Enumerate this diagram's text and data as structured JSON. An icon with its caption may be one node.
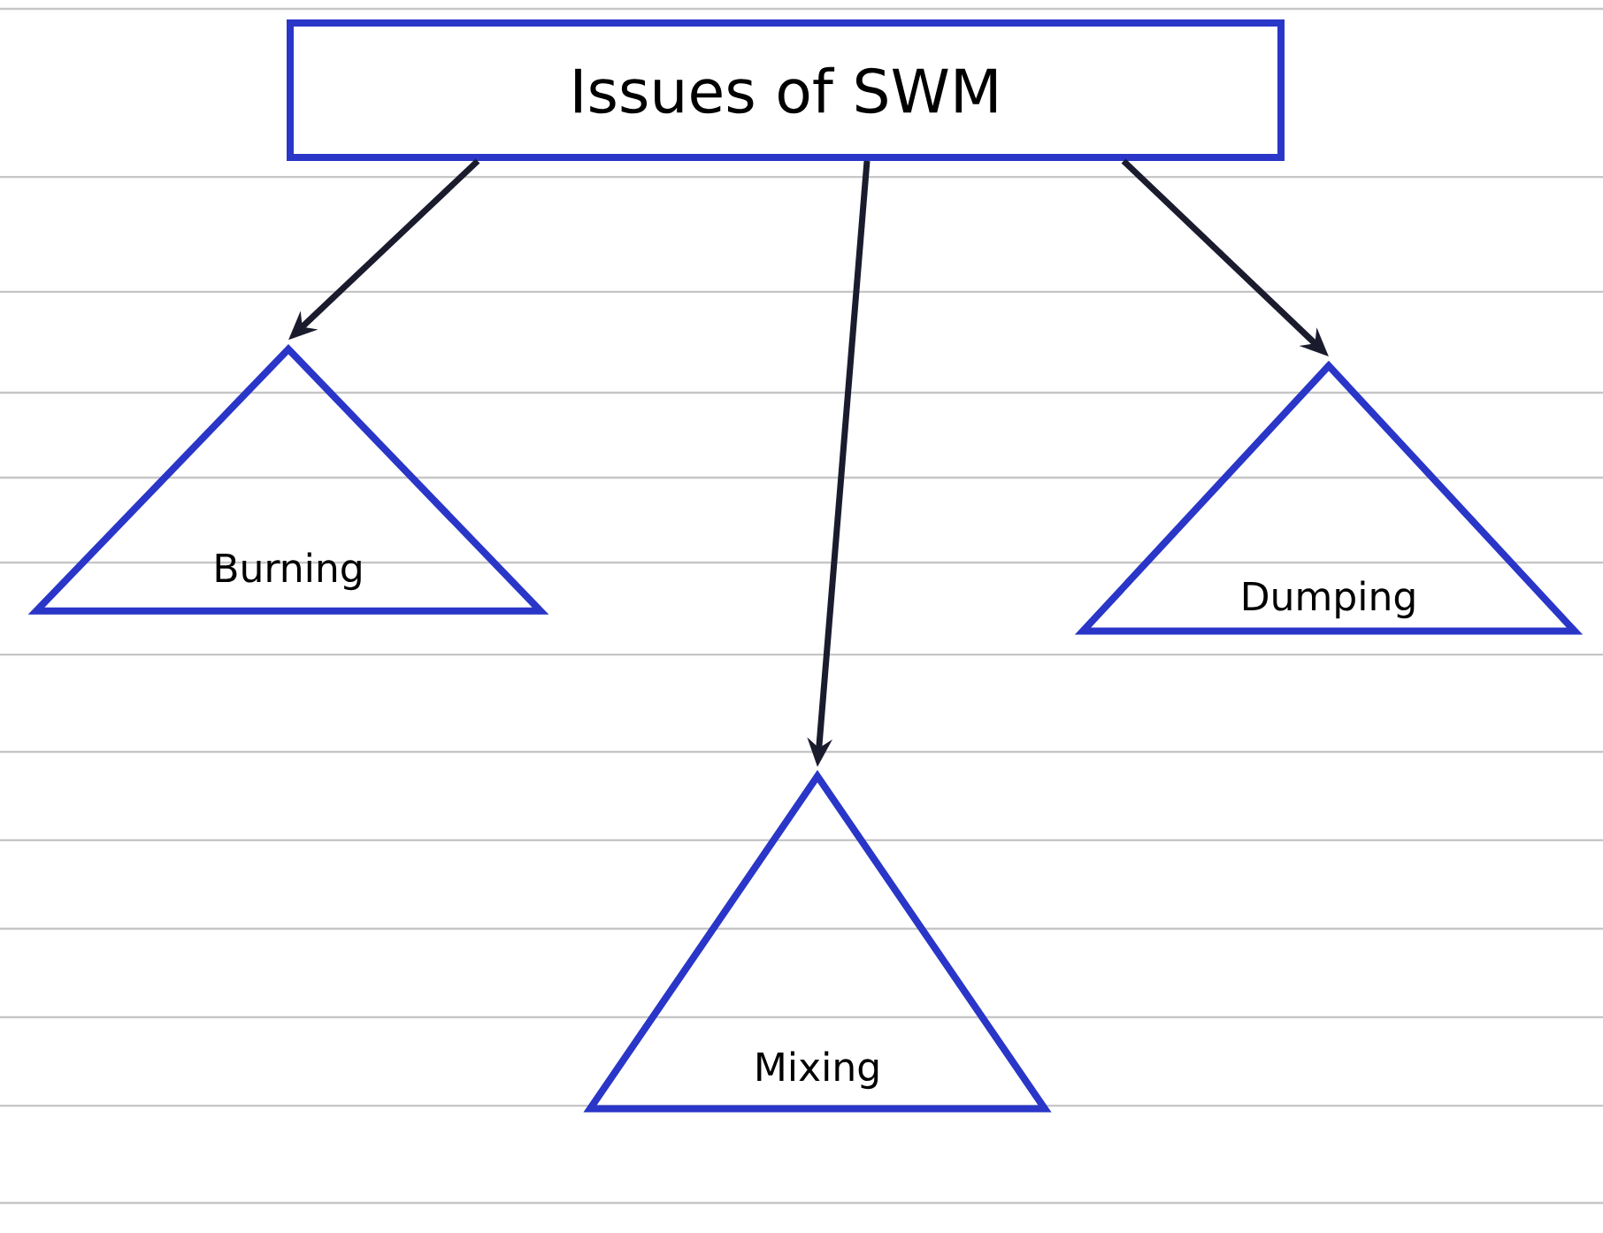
{
  "diagram": {
    "nodes": [
      {
        "text": [
          "Issues of SWM"
        ]
      },
      {
        "text": [
          "Burning"
        ]
      },
      {
        "text": [
          "Dumping"
        ]
      },
      {
        "text": [
          "Mixing"
        ]
      }
    ],
    "edges": [
      {
        "from": 0,
        "to": 1,
        "arrow": "to"
      },
      {
        "from": 0,
        "to": 2,
        "arrow": "to"
      },
      {
        "from": 0,
        "to": 3,
        "arrow": "to"
      }
    ]
  }
}
